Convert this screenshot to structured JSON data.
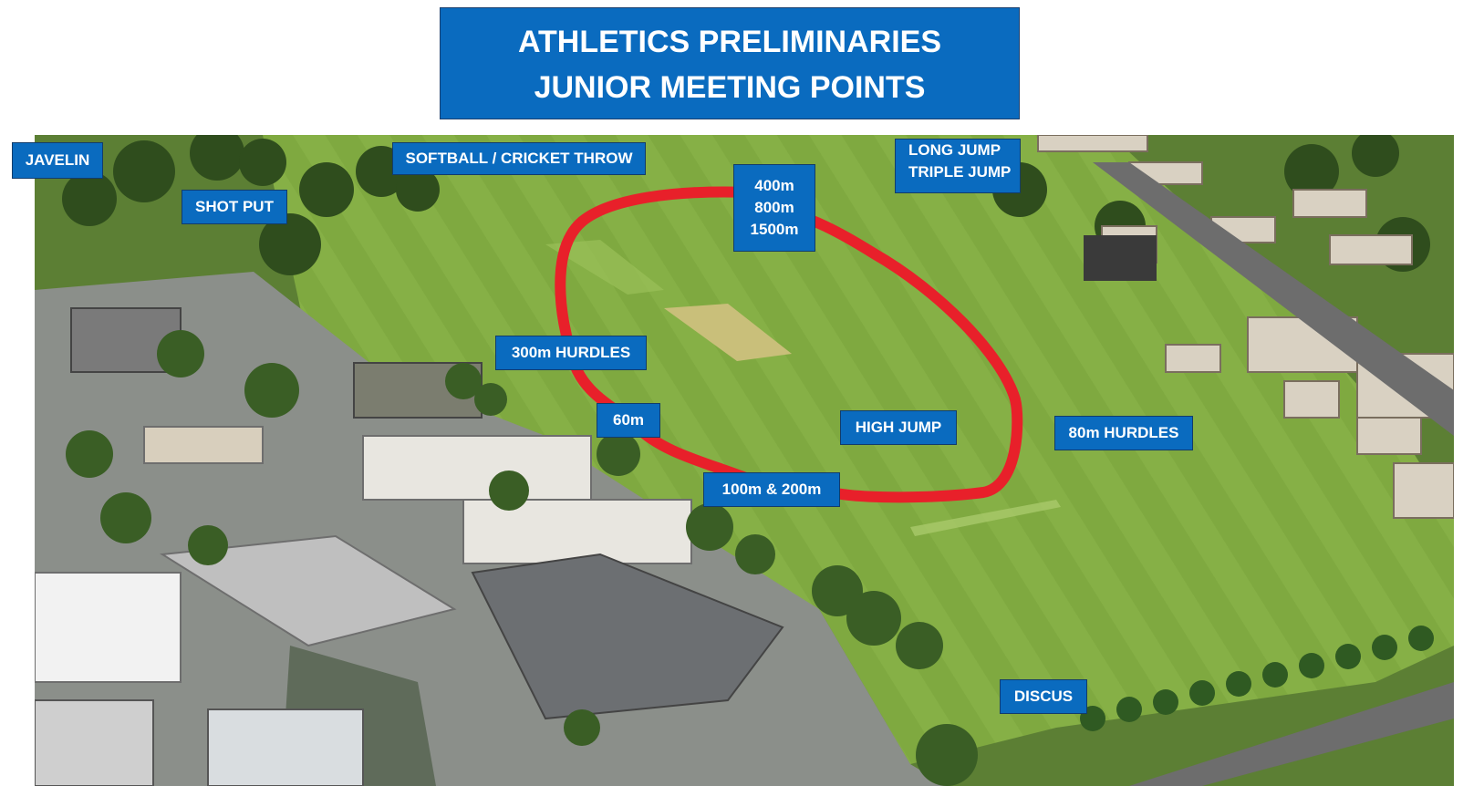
{
  "title": {
    "line1": "ATHLETICS PRELIMINARIES",
    "line2": "JUNIOR MEETING POINTS"
  },
  "colors": {
    "label_bg": "#0a6bbf",
    "label_text": "#ffffff",
    "track_line": "#e8202a",
    "field_grass": "#7aa43d"
  },
  "labels": {
    "javelin": "JAVELIN",
    "shot_put": "SHOT PUT",
    "softball": "SOFTBALL / CRICKET THROW",
    "long_jump": "LONG JUMP",
    "triple_jump": "TRIPLE JUMP",
    "distance_400": "400m",
    "distance_800": "800m",
    "distance_1500": "1500m",
    "hurdles_300": "300m HURDLES",
    "sixty": "60m",
    "high_jump": "HIGH JUMP",
    "hurdles_80": "80m HURDLES",
    "sprint_100_200": "100m & 200m",
    "discus": "DISCUS"
  }
}
